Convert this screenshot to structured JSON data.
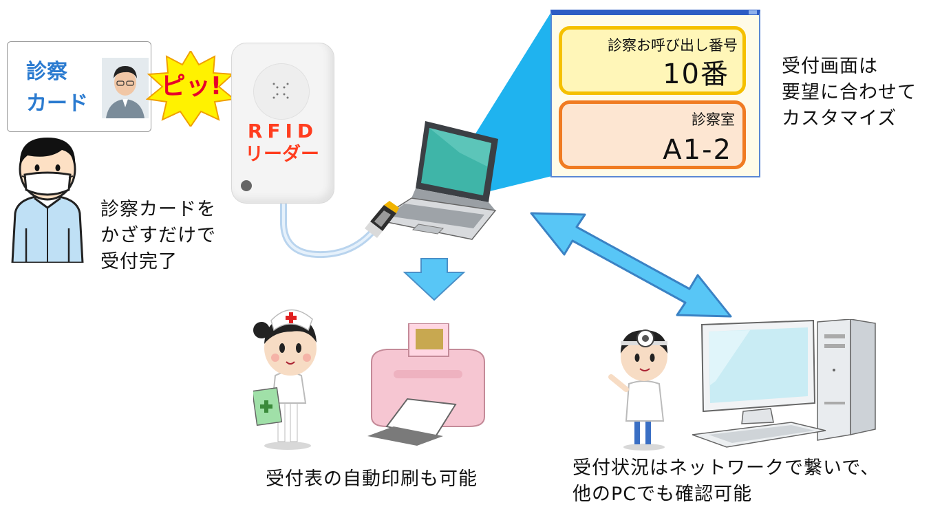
{
  "card": {
    "title_line1": "診察",
    "title_line2": "カード"
  },
  "beep": "ピッ!",
  "reader": {
    "line1": "RFID",
    "line2": "リーダー"
  },
  "patient_caption": [
    "診察カードを",
    "かざすだけで",
    "受付完了"
  ],
  "screen": {
    "label1": "診察お呼び出し番号",
    "value1": "10番",
    "label2": "診察室",
    "value2": "A1-2"
  },
  "customize_caption": [
    "受付画面は",
    "要望に合わせて",
    "カスタマイズ"
  ],
  "printer_caption": "受付表の自動印刷も可能",
  "network_caption": [
    "受付状況はネットワークで繋いで、",
    "他のPCでも確認可能"
  ],
  "colors": {
    "card_title": "#2b7bd0",
    "reader_text": "#ff3d1f",
    "arrow": "#58c6f6",
    "beam": "#1fb3ef",
    "box1_border": "#f5c000",
    "box2_border": "#f07b22"
  }
}
